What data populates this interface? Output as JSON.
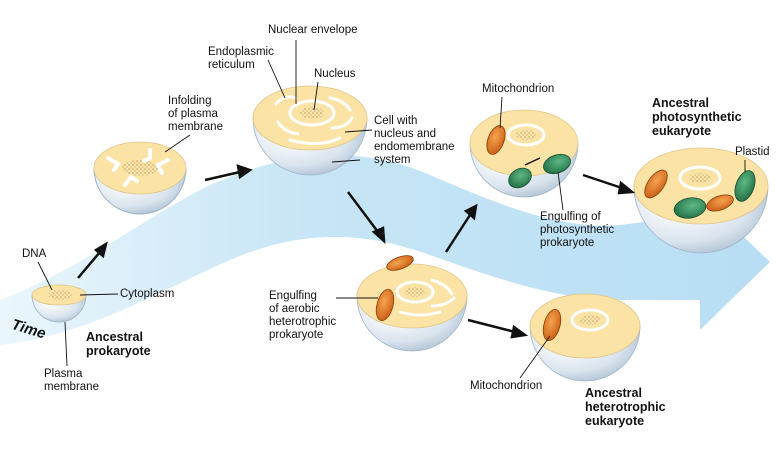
{
  "labels": {
    "nuclear_envelope": "Nuclear envelope",
    "endoplasmic_reticulum": "Endoplasmic\nreticulum",
    "nucleus": "Nucleus",
    "infolding": "Infolding\nof plasma\nmembrane",
    "cell_with_nucleus": "Cell with\nnucleus and\nendomembrane\nsystem",
    "mitochondrion_top": "Mitochondrion",
    "ancestral_photosynthetic": "Ancestral\nphotosynthetic\neukaryote",
    "plastid": "Plastid",
    "engulfing_photosynthetic": "Engulfing of\nphotosynthetic\nprokaryote",
    "dna": "DNA",
    "cytoplasm": "Cytoplasm",
    "time": "Time",
    "ancestral_prokaryote": "Ancestral\nprokaryote",
    "plasma_membrane": "Plasma\nmembrane",
    "engulfing_aerobic": "Engulfing\nof aerobic\nheterotrophic\nprokaryote",
    "mitochondrion_bottom": "Mitochondrion",
    "ancestral_heterotrophic": "Ancestral\nheterotrophic\neukaryote"
  },
  "colors": {
    "cytoplasm": "#fbe3a5",
    "shell": "#dce7f0",
    "band": "#c9e6f6",
    "mitochondrion": "#e8781e",
    "plastid": "#2e8b57",
    "membrane": "#ffffff",
    "arrow": "#111111"
  }
}
